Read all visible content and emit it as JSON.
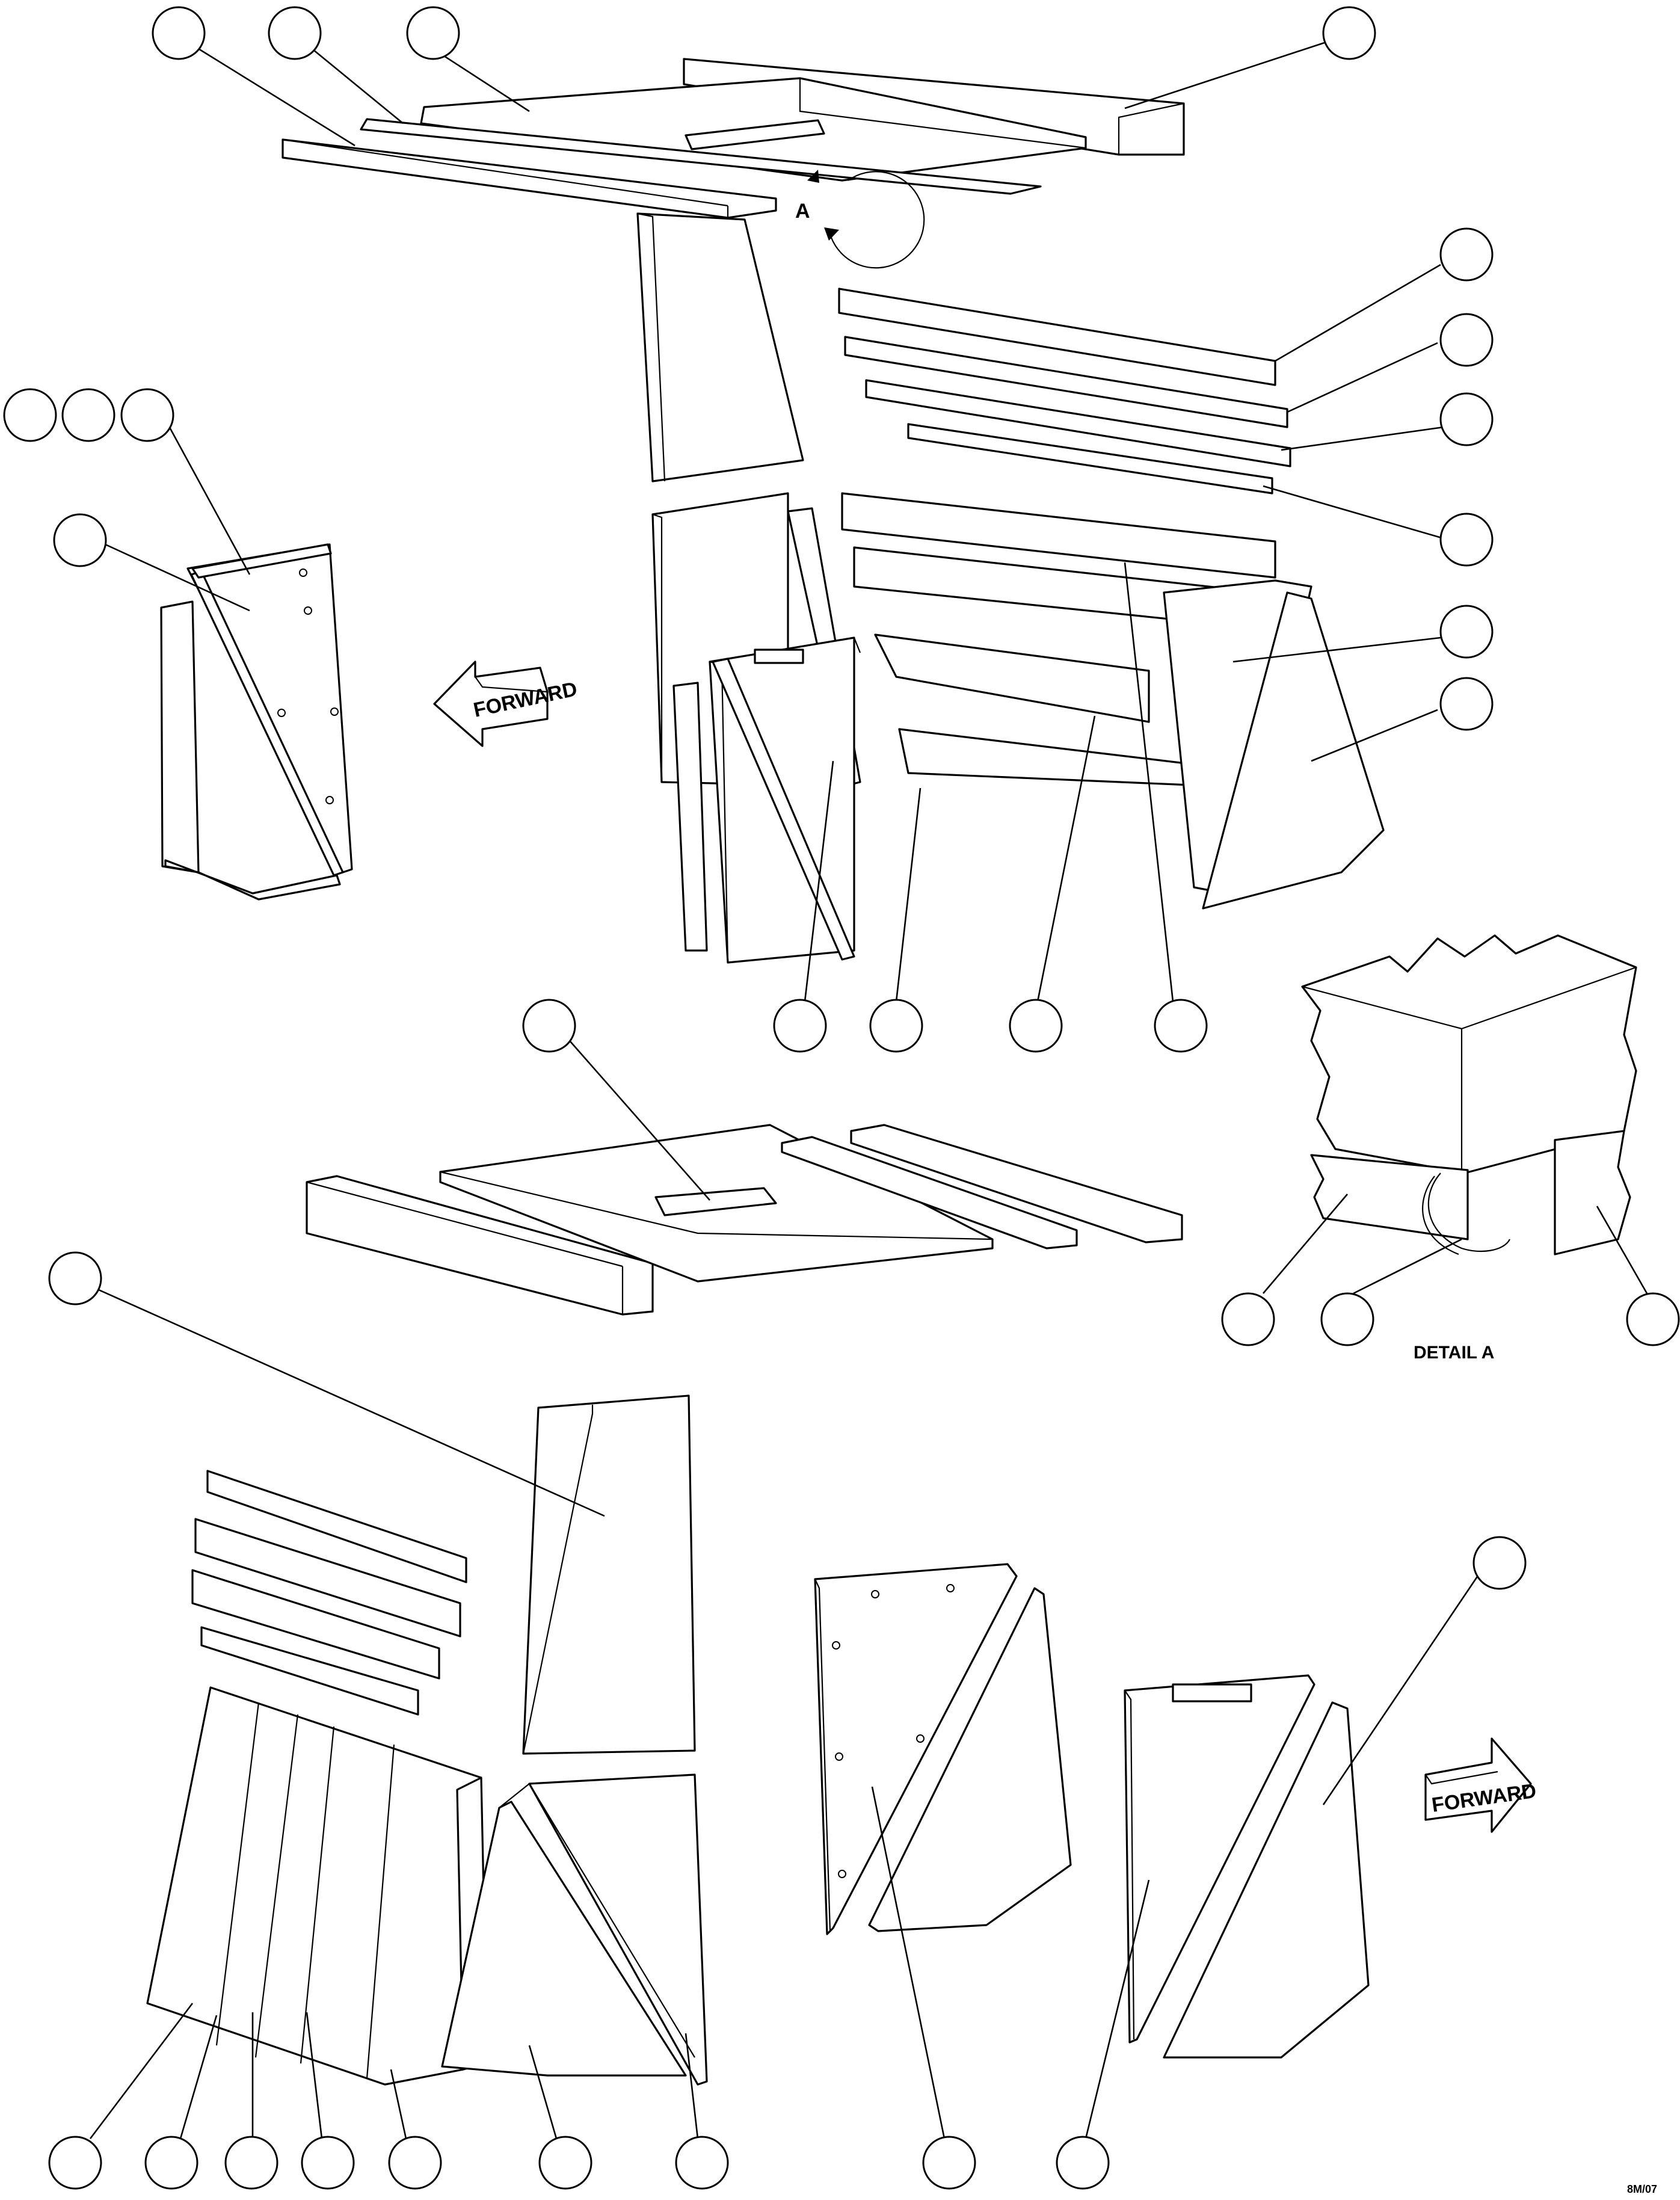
{
  "labels": {
    "detail_marker": "A",
    "forward_top": "FORWARD",
    "forward_bottom": "FORWARD",
    "detail_caption": "DETAIL A",
    "figure_code": "8M/07"
  }
}
